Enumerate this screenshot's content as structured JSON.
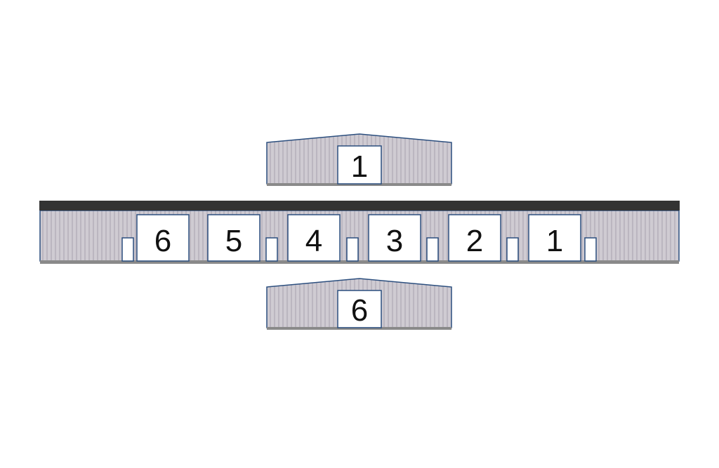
{
  "colors": {
    "wall": "#cfcbd2",
    "rib": "#a7a1ad",
    "outline": "#2b4e7e",
    "roof": "#333333",
    "base": "#8a8a8a",
    "door": "#ffffff",
    "label": "#111111"
  },
  "end_view_top": {
    "label": "1"
  },
  "end_view_bottom": {
    "label": "6"
  },
  "side_view": {
    "doors": [
      {
        "label": "6"
      },
      {
        "label": "5"
      },
      {
        "label": "4"
      },
      {
        "label": "3"
      },
      {
        "label": "2"
      },
      {
        "label": "1"
      }
    ]
  }
}
